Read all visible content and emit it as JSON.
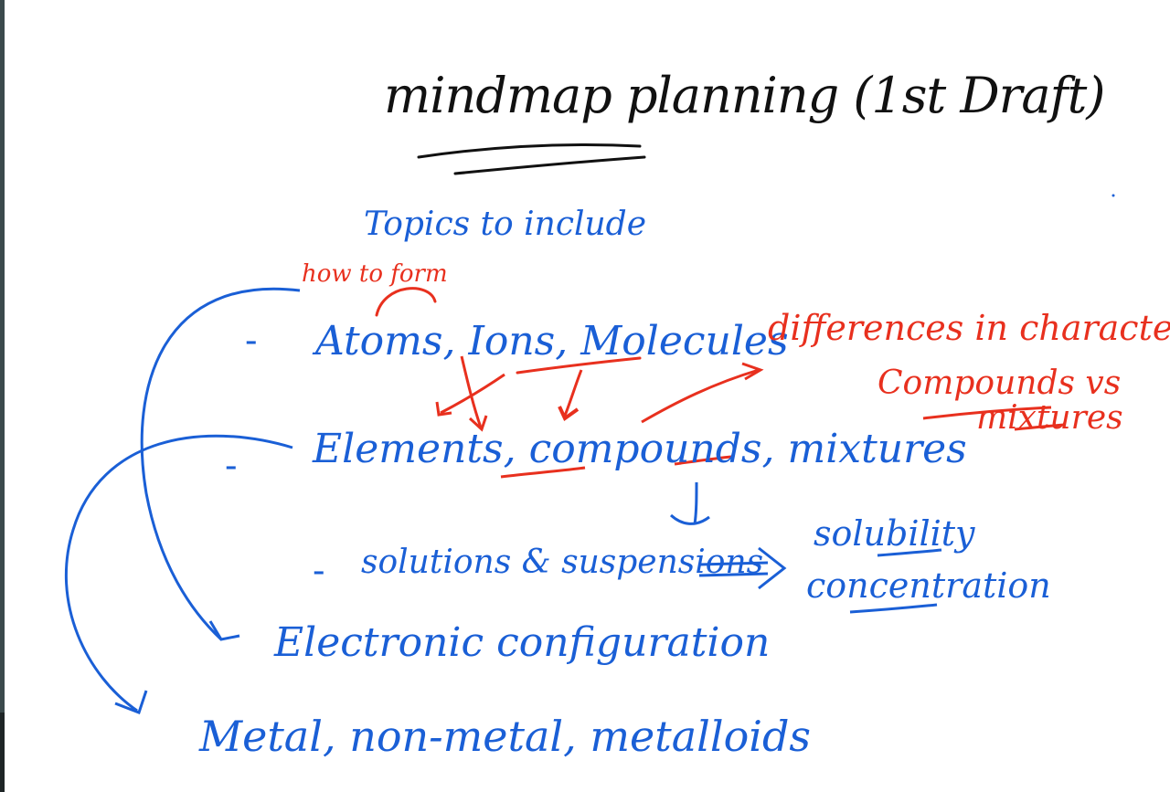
{
  "title": "mindmap planning (1st Draft)",
  "heading": "Topics to include",
  "annotation_how_to_form": "how to form",
  "dash": "-",
  "items": {
    "atoms_ions_molecules": "Atoms, Ions, Molecules",
    "elements_compounds_mixtures": "Elements, compounds, mixtures",
    "solutions_suspensions": "solutions & suspensions",
    "electronic_configuration": "Electronic configuration",
    "metal_nonmetal_metalloids": "Metal, non-metal, metalloids"
  },
  "side_notes": {
    "differences_line1": "differences in characteristics",
    "differences_line2": "Compounds vs",
    "differences_line3": "mixtures",
    "solubility": "solubility",
    "concentration": "concentration"
  },
  "colors": {
    "ink_black": "#111111",
    "ink_blue": "#1a5fd6",
    "ink_red": "#e8301e",
    "paper": "#ffffff"
  }
}
